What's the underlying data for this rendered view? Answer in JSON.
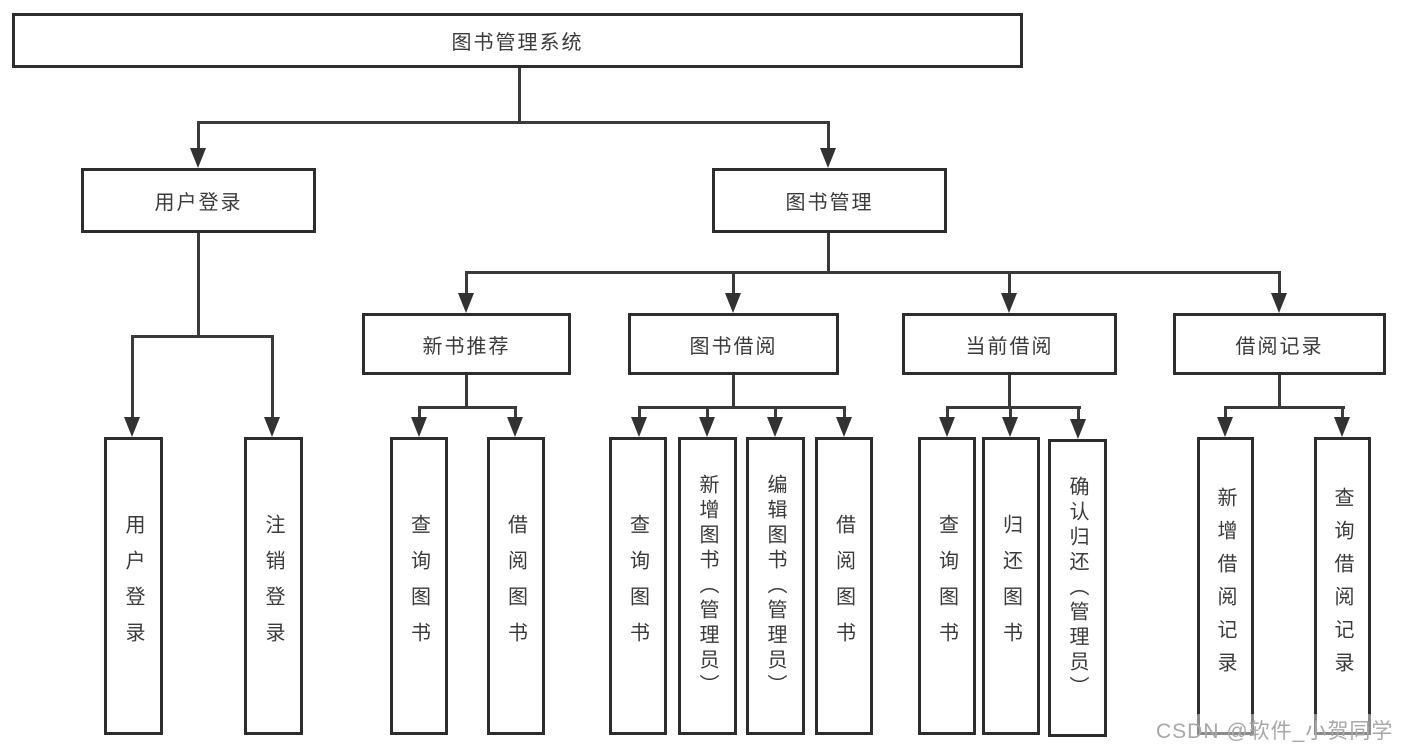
{
  "title": {
    "label": "图书管理系统"
  },
  "user_login": {
    "label": "用户登录",
    "children": [
      {
        "label": "用户登录"
      },
      {
        "label": "注销登录"
      }
    ]
  },
  "book_mgmt": {
    "label": "图书管理",
    "sections": [
      {
        "label": "新书推荐",
        "children": [
          {
            "label": "查询图书"
          },
          {
            "label": "借阅图书"
          }
        ]
      },
      {
        "label": "图书借阅",
        "children": [
          {
            "label": "查询图书"
          },
          {
            "label": "新增图书（管理员）"
          },
          {
            "label": "编辑图书（管理员）"
          },
          {
            "label": "借阅图书"
          }
        ]
      },
      {
        "label": "当前借阅",
        "children": [
          {
            "label": "查询图书"
          },
          {
            "label": "归还图书"
          },
          {
            "label": "确认归还（管理员）"
          }
        ]
      },
      {
        "label": "借阅记录",
        "children": [
          {
            "label": "新增借阅记录"
          },
          {
            "label": "查询借阅记录"
          }
        ]
      }
    ]
  },
  "watermark": {
    "text": "CSDN @软件_小贺同学"
  },
  "colors": {
    "line": "#3a3a3a",
    "box_border": "#2d2d2d",
    "text": "#3a3a3a",
    "watermark": "#a8a8a8",
    "background": "#ffffff"
  }
}
